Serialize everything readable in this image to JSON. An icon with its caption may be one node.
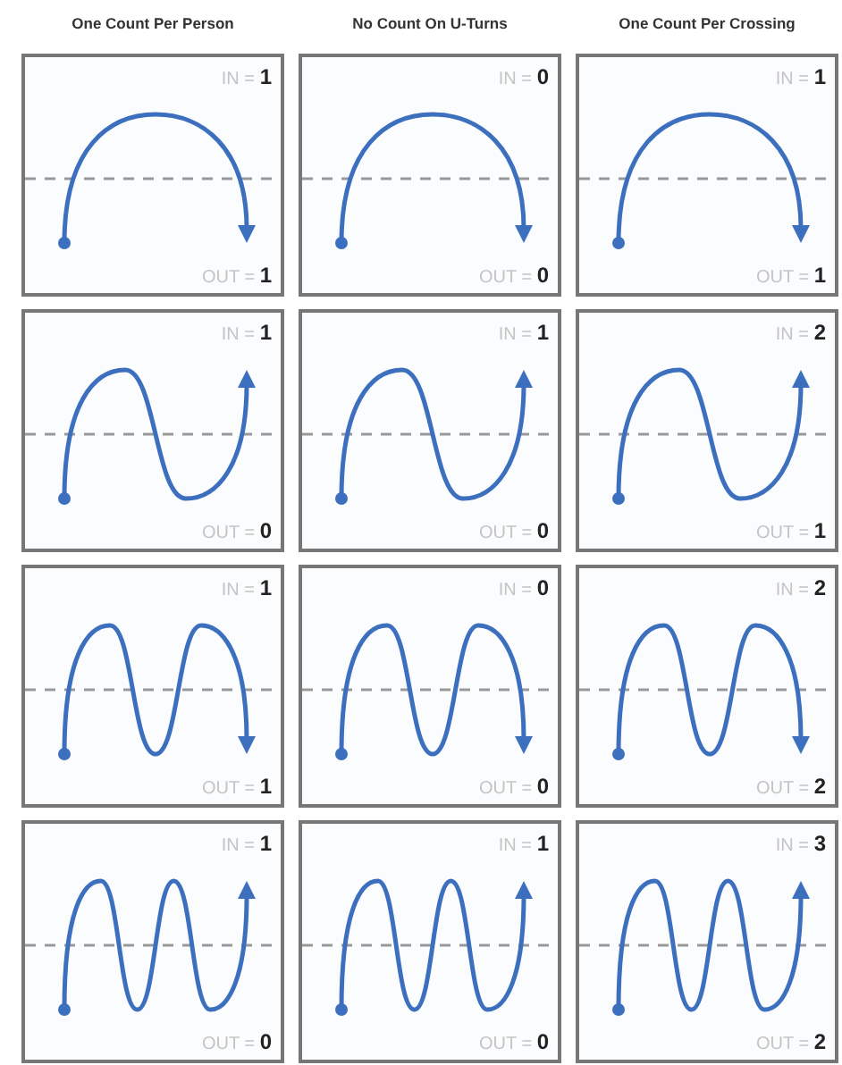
{
  "diagram": {
    "nodes": [
      {
        "text": [
          "IN = **1**",
          "OUT = **1**"
        ]
      },
      {
        "text": [
          "IN = **0**",
          "OUT = **0**"
        ]
      },
      {
        "text": [
          "IN = **1**",
          "OUT = **1**"
        ]
      },
      {
        "text": [
          "IN = **1**",
          "OUT = **0**"
        ]
      },
      {
        "text": [
          "IN = **1**",
          "OUT = **0**"
        ]
      },
      {
        "text": [
          "IN = **2**",
          "OUT = **1**"
        ]
      },
      {
        "text": [
          "IN = **1**",
          "OUT = **1**"
        ]
      },
      {
        "text": [
          "IN = **0**",
          "OUT = **0**"
        ]
      },
      {
        "text": [
          "IN = **2**",
          "OUT = **2**"
        ]
      },
      {
        "text": [
          "IN = **1**",
          "OUT = **0**"
        ]
      },
      {
        "text": [
          "IN = **1**",
          "OUT = **0**"
        ]
      },
      {
        "text": [
          "IN = **3**",
          "OUT = **2**"
        ]
      }
    ],
    "labels": [
      "One Count Per Person",
      "No Count On U-Turns",
      "One Count Per Crossing"
    ]
  }
}
